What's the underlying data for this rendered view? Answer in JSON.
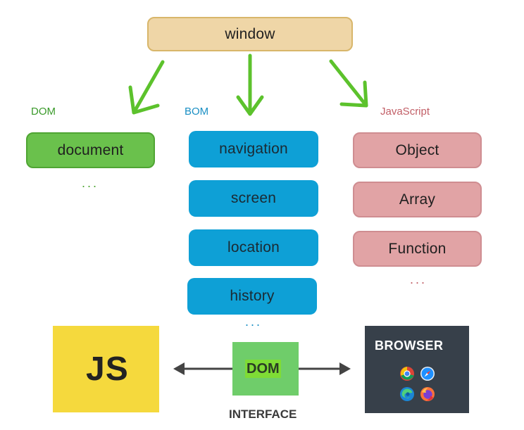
{
  "top": {
    "label": "window"
  },
  "dom": {
    "heading": "DOM",
    "items": [
      "document"
    ],
    "more": "..."
  },
  "bom": {
    "heading": "BOM",
    "items": [
      "navigation",
      "screen",
      "location",
      "history"
    ],
    "more": "..."
  },
  "javascript": {
    "heading": "JavaScript",
    "items": [
      "Object",
      "Array",
      "Function"
    ],
    "more": "..."
  },
  "bottom": {
    "js_logo": "JS",
    "center_label": "DOM",
    "center_caption": "INTERFACE",
    "browser_label": "BROWSER",
    "browser_icons": [
      "chrome-icon",
      "safari-icon",
      "edge-icon",
      "firefox-icon"
    ]
  },
  "colors": {
    "arrow_green": "#5cc22c",
    "dom_green": "#6ac14c",
    "dom_heading": "#3a9a2a",
    "bom_blue": "#0ea0d6",
    "bom_heading": "#1a8fc4",
    "js_pink": "#e1a3a5",
    "js_heading": "#c25f67",
    "window_tan": "#efd6a7",
    "js_yellow": "#f5d93d",
    "browser_dark": "#37404a"
  }
}
